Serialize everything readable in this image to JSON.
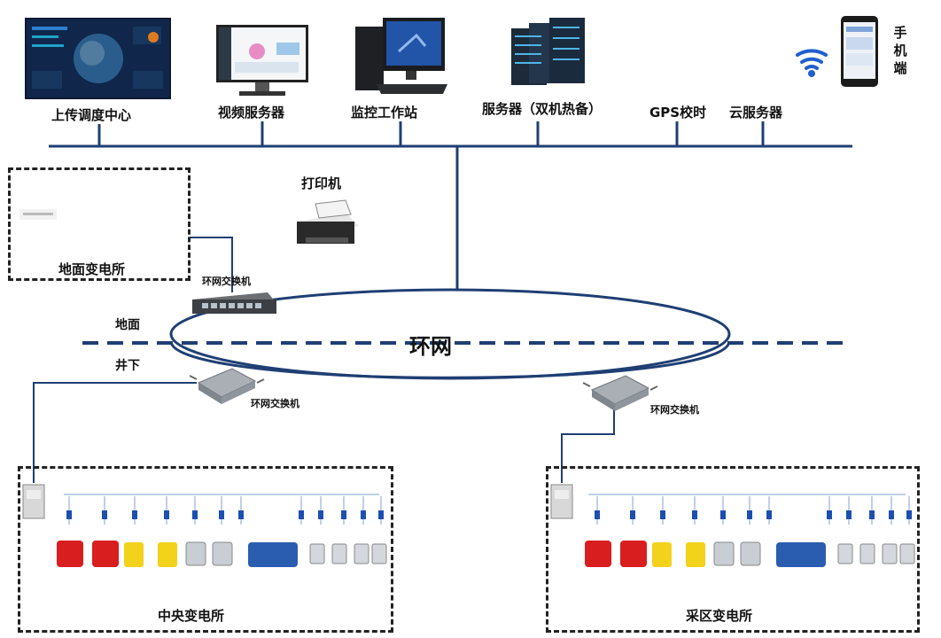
{
  "top_devices": {
    "dispatch": "上传调度中心",
    "video_server": "视频服务器",
    "monitor": "监控工作站",
    "servers": "服务器（双机热备）",
    "gps": "GPS校时",
    "cloud": "云服务器",
    "mobile": [
      "手",
      "机",
      "端"
    ]
  },
  "printer": "打印机",
  "ground_substation": "地面变电所",
  "ring_switch_label": "环网交换机",
  "ring": "环网",
  "surface": "地面",
  "underground": "井下",
  "central_substation": "中央变电所",
  "mining_substation": "采区变电所",
  "colors": {
    "line": "#1f3f73",
    "dash": "#1f3f73",
    "red_device": "#d81e1e",
    "yellow_device": "#f2d21b",
    "blue_device": "#2a5db0",
    "connector": "#1e4fb0"
  },
  "icons": [
    "big-screen-icon",
    "monitor-icon",
    "workstation-icon",
    "server-rack-icon",
    "wifi-icon",
    "phone-icon",
    "printer-icon",
    "switch-icon",
    "explosion-proof-switch-icon"
  ]
}
